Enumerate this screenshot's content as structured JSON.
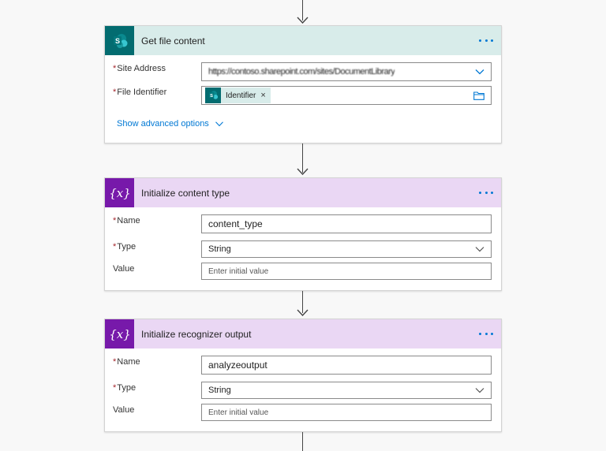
{
  "steps": [
    {
      "title": "Get file content",
      "more": "More options",
      "fields": [
        {
          "label": "Site Address",
          "value": "https://contoso.sharepoint.com/sites/DocumentLibrary"
        },
        {
          "label": "File Identifier",
          "token": "Identifier"
        }
      ],
      "advanced": "Show advanced options"
    },
    {
      "title": "Initialize content type",
      "fields": [
        {
          "label": "Name",
          "value": "content_type"
        },
        {
          "label": "Type",
          "value": "String"
        },
        {
          "label": "Value",
          "placeholder": "Enter initial value"
        }
      ]
    },
    {
      "title": "Initialize recognizer output",
      "fields": [
        {
          "label": "Name",
          "value": "analyzeoutput"
        },
        {
          "label": "Type",
          "value": "String"
        },
        {
          "label": "Value",
          "placeholder": "Enter initial value"
        }
      ]
    }
  ],
  "required_marker": "*",
  "token_remove": "×",
  "colors": {
    "sharepoint": "#036c70",
    "variable": "#7719aa",
    "link": "#0078d4"
  }
}
